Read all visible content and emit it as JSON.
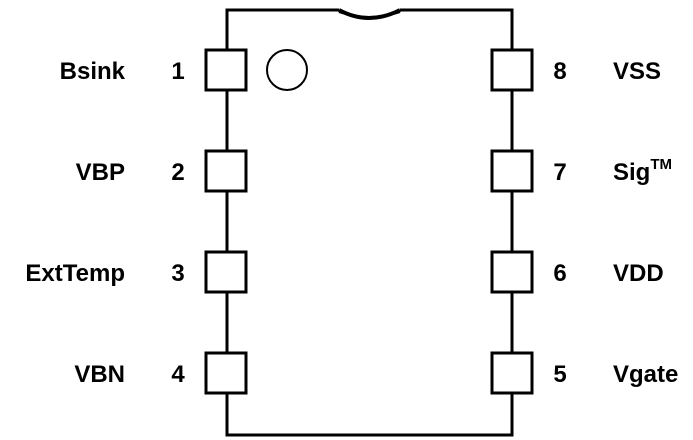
{
  "chip": {
    "pins_left": [
      {
        "number": "1",
        "name": "Bsink"
      },
      {
        "number": "2",
        "name": "VBP"
      },
      {
        "number": "3",
        "name": "ExtTemp"
      },
      {
        "number": "4",
        "name": "VBN"
      }
    ],
    "pins_right": [
      {
        "number": "8",
        "name": "VSS",
        "sup": ""
      },
      {
        "number": "7",
        "name": "Sig",
        "sup": "TM"
      },
      {
        "number": "6",
        "name": "VDD",
        "sup": ""
      },
      {
        "number": "5",
        "name": "Vgate",
        "sup": ""
      }
    ]
  },
  "colors": {
    "stroke": "#000000",
    "background": "#ffffff"
  }
}
